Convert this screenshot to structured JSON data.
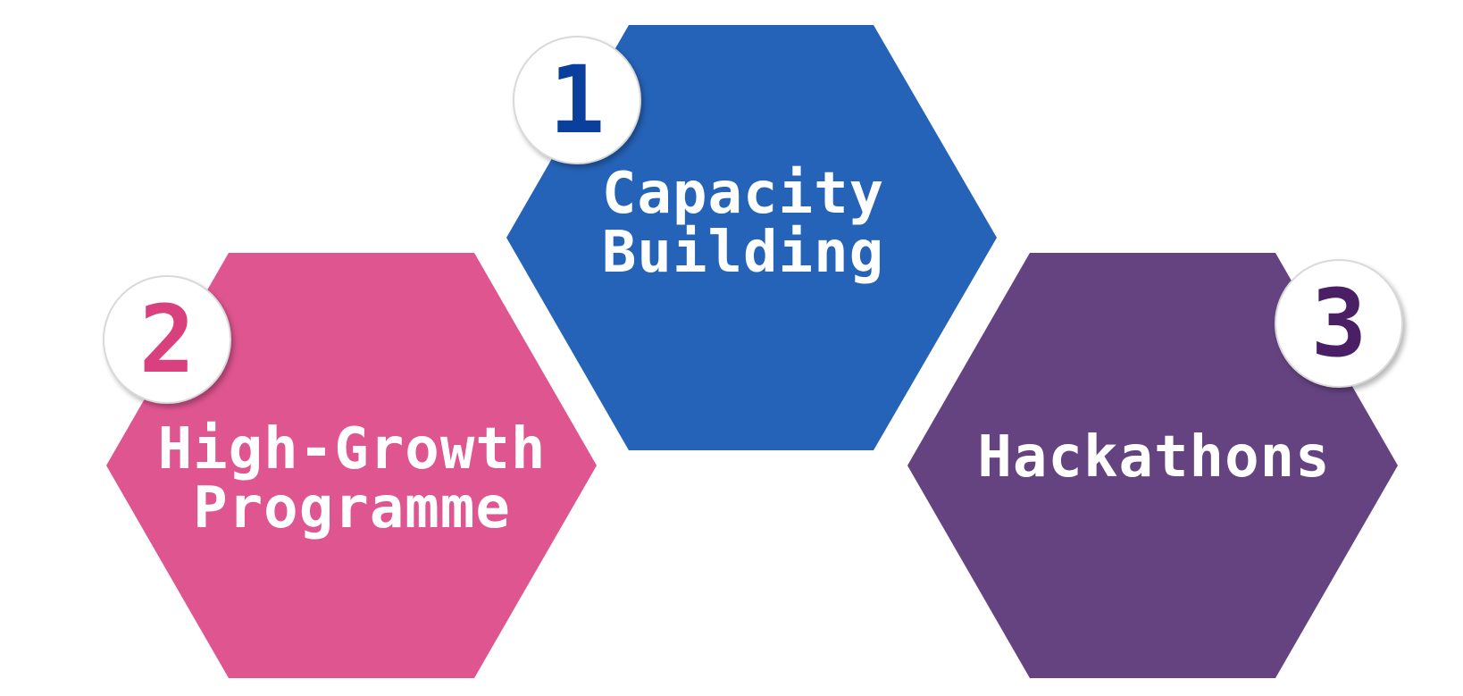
{
  "items": [
    {
      "number": "1",
      "label_line1": "Capacity",
      "label_line2": "Building",
      "hex_color": "#2563b8",
      "number_color": "#0b3f9e"
    },
    {
      "number": "2",
      "label_line1": "High-Growth",
      "label_line2": "Programme",
      "hex_color": "#df5590",
      "number_color": "#d9407e"
    },
    {
      "number": "3",
      "label_line1": "Hackathons",
      "label_line2": "",
      "hex_color": "#654381",
      "number_color": "#4a1f66"
    }
  ]
}
